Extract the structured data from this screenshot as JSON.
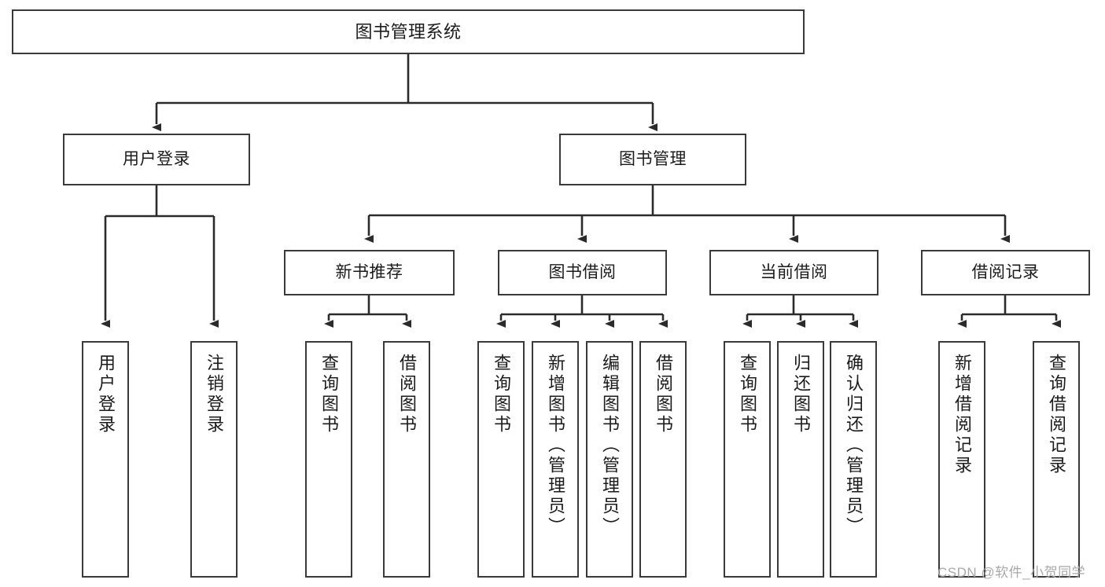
{
  "diagram": {
    "title": "图书管理系统",
    "type": "hierarchy-tree",
    "levels": 4,
    "colors": {
      "box_border": "#3a3a3a",
      "box_fill": "#ffffff",
      "edge": "#2b2b2b",
      "text": "#1b1b1b",
      "watermark": "#a8a8a8"
    }
  },
  "root": {
    "label": "图书管理系统"
  },
  "level2": [
    {
      "label": "用户登录"
    },
    {
      "label": "图书管理"
    }
  ],
  "level3": [
    {
      "label": "新书推荐"
    },
    {
      "label": "图书借阅"
    },
    {
      "label": "当前借阅"
    },
    {
      "label": "借阅记录"
    }
  ],
  "leaves": {
    "user_login": [
      {
        "label": "用户登录"
      },
      {
        "label": "注销登录"
      }
    ],
    "new_book_recommend": [
      {
        "label": "查询图书"
      },
      {
        "label": "借阅图书"
      }
    ],
    "book_borrow": [
      {
        "label": "查询图书"
      },
      {
        "label": "新增图书（管理员）"
      },
      {
        "label": "编辑图书（管理员）"
      },
      {
        "label": "借阅图书"
      }
    ],
    "current_borrow": [
      {
        "label": "查询图书"
      },
      {
        "label": "归还图书"
      },
      {
        "label": "确认归还（管理员）"
      }
    ],
    "borrow_record": [
      {
        "label": "新增借阅记录"
      },
      {
        "label": "查询借阅记录"
      }
    ]
  },
  "watermark": {
    "text": "CSDN @软件_小贺同学"
  }
}
